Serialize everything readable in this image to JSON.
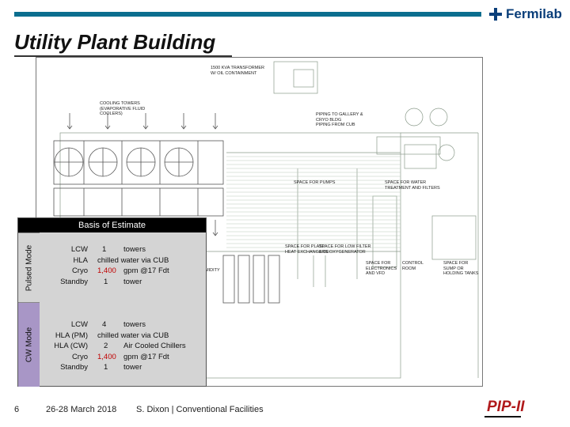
{
  "header": {
    "brand": "Fermilab",
    "accent": "#0b6e8f",
    "title": "Utility Plant Building"
  },
  "drawing": {
    "labels": {
      "transformer": "1500 KVA TRANSFORMER\nW/ OIL CONTAINMENT",
      "cooling_towers": "COOLING TOWERS\n(EVAPORATIVE FLUID\nCOOLERS)",
      "piping": "PIPING TO GALLERY &\nCRYO BLDG\nPIPING FROM CUB",
      "pumps": "SPACE FOR PUMPS",
      "water_treatment": "SPACE FOR WATER\nTREATMENT AND FILTERS",
      "plate_hx": "SPACE FOR PLATE\nHEAT EXCHANGERS",
      "low_filter": "SPACE FOR LOW FILTER\n& DEOXYGENERATOR",
      "electronics": "SPACE FOR\nELECTRONICS\nAND VFD",
      "control_room": "CONTROL\nROOM",
      "sump": "SPACE FOR\nSUMP OR\nHOLDING TANKS",
      "humidity": "MIDITY"
    }
  },
  "basis": {
    "header": "Basis of Estimate",
    "pulsed_label": "Pulsed Mode",
    "cw_label": "CW Mode",
    "pulsed_rows": [
      {
        "item": "LCW",
        "qty": "1",
        "desc": "towers",
        "highlight": false
      },
      {
        "item": "HLA",
        "qty": "",
        "desc": "chilled water via CUB",
        "highlight": false
      },
      {
        "item": "Cryo",
        "qty": "1,400",
        "desc": "gpm @17 Fdt",
        "highlight": true
      },
      {
        "item": "Standby",
        "qty": "1",
        "desc": "tower",
        "highlight": false
      }
    ],
    "cw_rows": [
      {
        "item": "LCW",
        "qty": "4",
        "desc": "towers",
        "highlight": false
      },
      {
        "item": "HLA (PM)",
        "qty": "",
        "desc": "chilled water via CUB",
        "highlight": false
      },
      {
        "item": "HLA (CW)",
        "qty": "2",
        "desc": "Air Cooled Chillers",
        "highlight": false
      },
      {
        "item": "Cryo",
        "qty": "1,400",
        "desc": "gpm @17 Fdt",
        "highlight": true
      },
      {
        "item": "Standby",
        "qty": "1",
        "desc": "tower",
        "highlight": false
      }
    ],
    "highlight_color": "#c00000",
    "cw_color": "#a896c6"
  },
  "footer": {
    "page": "6",
    "date": "26-28 March 2018",
    "author": "S. Dixon | Conventional Facilities",
    "logo": "PIP-II"
  }
}
